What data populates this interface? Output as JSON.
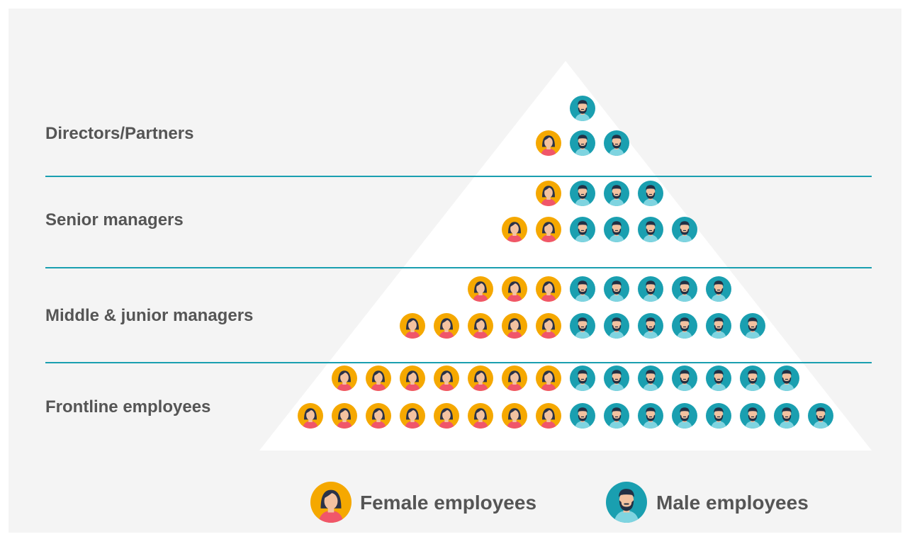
{
  "chart_data": {
    "type": "pictogram-pyramid",
    "unit": "one icon per employee share",
    "levels": [
      {
        "label": "Directors/Partners",
        "rows": [
          {
            "female": 0,
            "male": 1
          },
          {
            "female": 1,
            "male": 2
          }
        ]
      },
      {
        "label": "Senior managers",
        "rows": [
          {
            "female": 1,
            "male": 3
          },
          {
            "female": 2,
            "male": 4
          }
        ]
      },
      {
        "label": "Middle & junior managers",
        "rows": [
          {
            "female": 3,
            "male": 5
          },
          {
            "female": 5,
            "male": 6
          }
        ]
      },
      {
        "label": "Frontline employees",
        "rows": [
          {
            "female": 7,
            "male": 7
          },
          {
            "female": 8,
            "male": 8
          }
        ]
      }
    ],
    "legend": [
      {
        "key": "female",
        "label": "Female employees",
        "color": "#f5a800"
      },
      {
        "key": "male",
        "label": "Male employees",
        "color": "#1a9fb0"
      }
    ]
  },
  "colors": {
    "background": "#f4f4f4",
    "pyramid": "#ffffff",
    "divider": "#1a9fb0",
    "label_text": "#555555",
    "female_circle": "#f5a800",
    "female_hair": "#2b3348",
    "female_skin": "#f3c2a0",
    "female_shirt": "#f0566a",
    "male_circle": "#1a9fb0",
    "male_hair": "#233044",
    "male_skin": "#f3c2a0",
    "male_shirt": "#7fd4e0"
  },
  "icons": {
    "female": "female-employee-icon",
    "male": "male-employee-icon"
  }
}
